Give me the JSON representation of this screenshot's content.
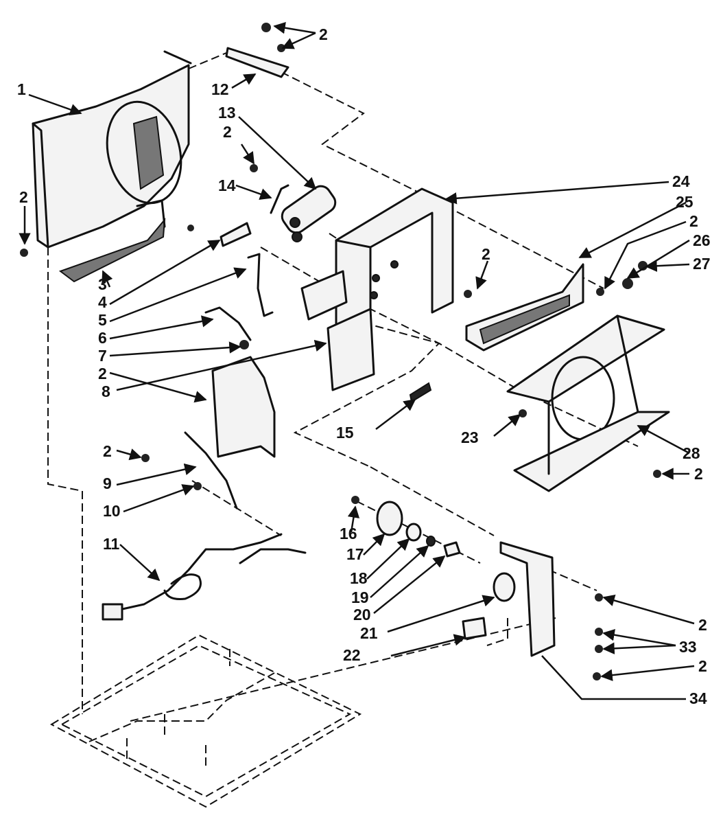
{
  "callouts": {
    "c1": "1",
    "c2": "2",
    "c3": "3",
    "c4": "4",
    "c5": "5",
    "c6": "6",
    "c7": "7",
    "c8": "8",
    "c9": "9",
    "c10": "10",
    "c11": "11",
    "c12": "12",
    "c13": "13",
    "c14": "14",
    "c15": "15",
    "c16": "16",
    "c17": "17",
    "c18": "18",
    "c19": "19",
    "c20": "20",
    "c21": "21",
    "c22": "22",
    "c23": "23",
    "c24": "24",
    "c25": "25",
    "c26": "26",
    "c27": "27",
    "c28": "28",
    "c33": "33",
    "c34": "34"
  }
}
